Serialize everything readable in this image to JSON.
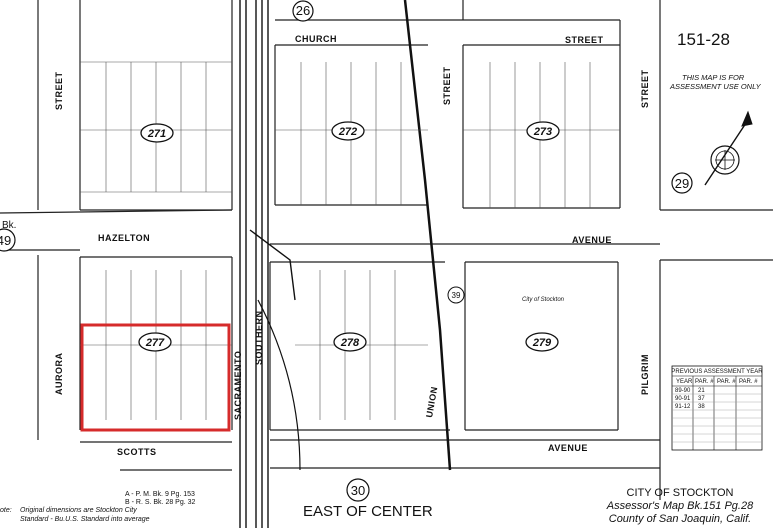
{
  "map_header": {
    "book_page": "151-28",
    "assessment_note_1": "THIS MAP IS FOR",
    "assessment_note_2": "ASSESSMENT USE ONLY"
  },
  "streets": {
    "church": "CHURCH",
    "street_top": "STREET",
    "hazelton": "HAZELTON",
    "avenue_mid": "AVENUE",
    "scotts": "SCOTTS",
    "avenue_bottom": "AVENUE",
    "east_of_center": "EAST OF CENTER",
    "aurora": "AURORA",
    "street_left": "STREET",
    "street_mid": "STREET",
    "street_right": "STREET",
    "pilgrim": "PILGRIM",
    "sacramento": "SACRAMENTO",
    "southern_pacific": "SOUTHERN",
    "union": "UNION"
  },
  "circled_numbers": {
    "n26": "26",
    "n30": "30",
    "n29": "29",
    "n39": "39",
    "n49": "49",
    "bk_label": "Bk."
  },
  "blocks": [
    {
      "id": "271"
    },
    {
      "id": "272"
    },
    {
      "id": "273"
    },
    {
      "id": "277"
    },
    {
      "id": "278"
    },
    {
      "id": "279"
    }
  ],
  "notes": {
    "city_of_stockton_small": "City of Stockton",
    "ref_a": "A - P. M. Bk. 9 Pg. 153",
    "ref_b": "B - R. S. Bk. 28 Pg. 32",
    "footnote_1": "Original dimensions are Stockton City",
    "footnote_2": "Standard - Bu.U.S. Standard into average",
    "footnote_prefix": "ote:"
  },
  "footer": {
    "line1": "CITY OF STOCKTON",
    "line2": "Assessor's Map Bk.151 Pg.28",
    "line3": "County of San Joaquin, Calif."
  },
  "table": {
    "title": "PREVIOUS ASSESSMENT YEAR",
    "headers": [
      "YEAR",
      "PAR. #",
      "PAR. #",
      "PAR. #"
    ],
    "rows": [
      [
        "89-90",
        "21",
        ""
      ],
      [
        "90-91",
        "37",
        ""
      ],
      [
        "91-12",
        "38",
        ""
      ]
    ]
  },
  "highlight_color": "#d62b2b"
}
